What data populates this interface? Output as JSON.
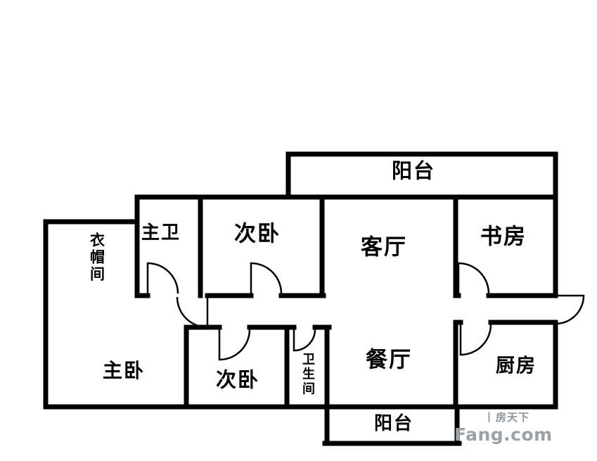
{
  "floorplan": {
    "rooms": [
      {
        "id": "balcony-top",
        "label": "阳台"
      },
      {
        "id": "master-bath",
        "label": "主卫"
      },
      {
        "id": "bedroom-second-top",
        "label": "次卧"
      },
      {
        "id": "living-room",
        "label": "客厅"
      },
      {
        "id": "study",
        "label": "书房"
      },
      {
        "id": "cloakroom",
        "label": "衣帽间"
      },
      {
        "id": "master-bedroom",
        "label": "主卧"
      },
      {
        "id": "bedroom-second-bottom",
        "label": "次卧"
      },
      {
        "id": "bathroom",
        "label": "卫生间"
      },
      {
        "id": "dining-room",
        "label": "餐厅"
      },
      {
        "id": "kitchen",
        "label": "厨房"
      },
      {
        "id": "balcony-bottom",
        "label": "阳台"
      }
    ],
    "watermark": {
      "separator": "丨",
      "brand_cn": "房天下",
      "brand_en": "Fang.com"
    }
  },
  "colors": {
    "wall": "#000000",
    "door_arc": "#000000",
    "background": "#ffffff",
    "watermark_gray": "#9aa2a8"
  }
}
